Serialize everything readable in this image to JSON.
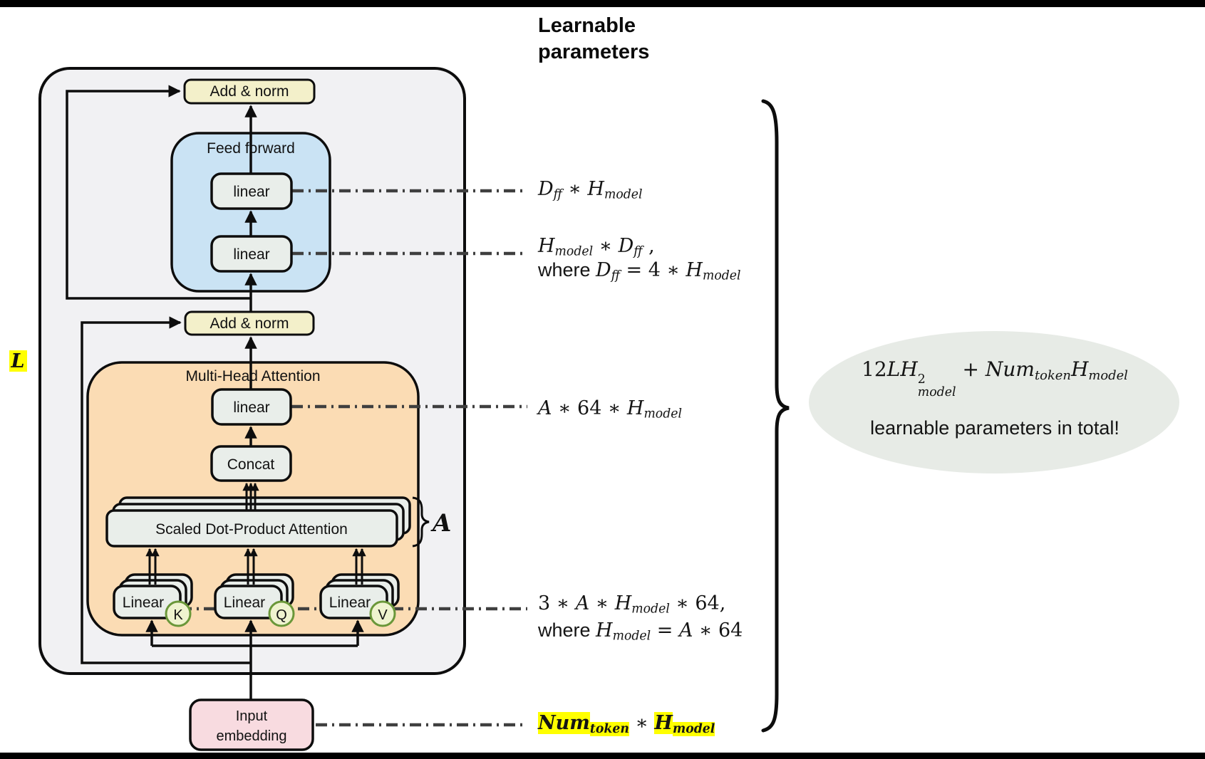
{
  "heading": {
    "line1": "Learnable",
    "line2": "parameters"
  },
  "diagram": {
    "layers_label": "L",
    "add_norm_top": "Add & norm",
    "add_norm_mid": "Add & norm",
    "feed_forward_title": "Feed forward",
    "ff_linear_top": "linear",
    "ff_linear_bottom": "linear",
    "mha_title": "Multi-Head Attention",
    "mha_linear": "linear",
    "concat_label": "Concat",
    "sdpa_label": "Scaled Dot-Product Attention",
    "heads_label": "A",
    "linear_k": "Linear",
    "linear_q": "Linear",
    "linear_v": "Linear",
    "key_label": "K",
    "query_label": "Q",
    "value_label": "V",
    "input_embedding_line1": "Input",
    "input_embedding_line2": "embedding"
  },
  "formulas": {
    "ff_linear_top": [
      [
        "i",
        "D"
      ],
      [
        "sub",
        "ff"
      ],
      [
        "n",
        " ∗ "
      ],
      [
        "i",
        "H"
      ],
      [
        "sub",
        "model"
      ]
    ],
    "ff_linear_bottom_line1": [
      [
        "i",
        "H"
      ],
      [
        "sub",
        "model"
      ],
      [
        "n",
        " ∗ "
      ],
      [
        "i",
        "D"
      ],
      [
        "sub",
        "ff"
      ],
      [
        "n",
        " ,"
      ]
    ],
    "ff_linear_bottom_line2": [
      [
        "w",
        "where "
      ],
      [
        "i",
        "D"
      ],
      [
        "sub",
        "ff"
      ],
      [
        "n",
        " = 4 ∗ "
      ],
      [
        "i",
        "H"
      ],
      [
        "sub",
        "model"
      ]
    ],
    "mha_linear": [
      [
        "i",
        "A"
      ],
      [
        "n",
        " ∗ 64 ∗ "
      ],
      [
        "i",
        "H"
      ],
      [
        "sub",
        "model"
      ]
    ],
    "kqv_line1": [
      [
        "n",
        "3 ∗ "
      ],
      [
        "i",
        "A"
      ],
      [
        "n",
        " ∗ "
      ],
      [
        "i",
        "H"
      ],
      [
        "sub",
        "model"
      ],
      [
        "n",
        " ∗ 64,"
      ]
    ],
    "kqv_line2": [
      [
        "w",
        "where "
      ],
      [
        "i",
        "H"
      ],
      [
        "sub",
        "model"
      ],
      [
        "n",
        " = "
      ],
      [
        "i",
        "A"
      ],
      [
        "n",
        " ∗ 64"
      ]
    ],
    "input_embedding": [
      [
        "i",
        "Num",
        "h"
      ],
      [
        "sub",
        "token",
        "h"
      ],
      [
        "n",
        " ∗ "
      ],
      [
        "i",
        "H",
        "h"
      ],
      [
        "sub",
        "model",
        "h"
      ]
    ],
    "total_line1": [
      [
        "n",
        "12"
      ],
      [
        "i",
        "L"
      ],
      [
        "i",
        "H"
      ],
      [
        "stack",
        "2|model"
      ],
      [
        "n",
        " + "
      ],
      [
        "i",
        "Num"
      ],
      [
        "sub",
        "token"
      ],
      [
        "i",
        "H"
      ],
      [
        "sub",
        "model"
      ]
    ]
  },
  "ellipse": {
    "caption": "learnable parameters in total!"
  },
  "colors": {
    "outer": "#f1f1f3",
    "add_norm": "#f3f0ca",
    "feed_forward": "#cae3f4",
    "box": "#e9eeea",
    "mha": "#fbdcb4",
    "input_embedding": "#f8dbe0",
    "kqv_fill": "#eff3cf",
    "kqv_border": "#6a9739",
    "highlight": "#ffff00",
    "ellipse": "#e7ebe6",
    "line": "#0d0d0d",
    "dash": "#3f3f3f"
  }
}
